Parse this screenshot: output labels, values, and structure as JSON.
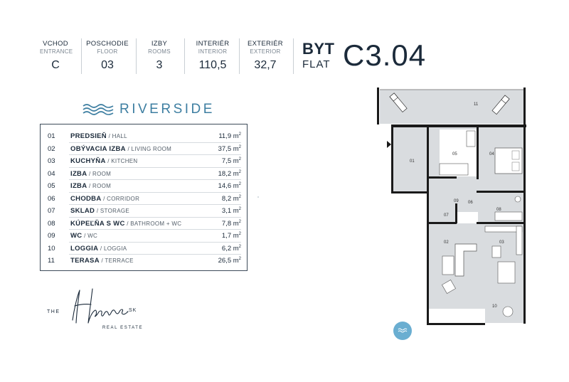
{
  "header": {
    "stats": [
      {
        "label": "VCHOD",
        "label_en": "ENTRANCE",
        "value": "C"
      },
      {
        "label": "POSCHODIE",
        "label_en": "FLOOR",
        "value": "03"
      },
      {
        "label": "IZBY",
        "label_en": "ROOMS",
        "value": "3"
      },
      {
        "label": "INTERIÉR",
        "label_en": "INTERIOR",
        "value": "110,5"
      },
      {
        "label": "EXTERIÉR",
        "label_en": "EXTERIOR",
        "value": "32,7"
      }
    ],
    "byt": "BYT",
    "flat": "FLAT",
    "code": "C3.04"
  },
  "brand": {
    "name": "RIVERSIDE",
    "accent": "#3d7ea1"
  },
  "rooms": [
    {
      "num": "01",
      "sk": "PREDSIEŇ",
      "en": "/ HALL",
      "area": "11,9 m",
      "unit": "2"
    },
    {
      "num": "02",
      "sk": "OBÝVACIA IZBA",
      "en": "/ LIVING ROOM",
      "area": "37,5 m",
      "unit": "2"
    },
    {
      "num": "03",
      "sk": "KUCHYŇA",
      "en": "/ KITCHEN",
      "area": "7,5 m",
      "unit": "2"
    },
    {
      "num": "04",
      "sk": "IZBA",
      "en": "/ ROOM",
      "area": "18,2 m",
      "unit": "2"
    },
    {
      "num": "05",
      "sk": "IZBA",
      "en": "/ ROOM",
      "area": "14,6 m",
      "unit": "2"
    },
    {
      "num": "06",
      "sk": "CHODBA",
      "en": "/ CORRIDOR",
      "area": "8,2 m",
      "unit": "2"
    },
    {
      "num": "07",
      "sk": "SKLAD",
      "en": "/ STORAGE",
      "area": "3,1 m",
      "unit": "2"
    },
    {
      "num": "08",
      "sk": "KÚPEĽŇA S WC",
      "en": "/ BATHROOM + WC",
      "area": "7,8 m",
      "unit": "2"
    },
    {
      "num": "09",
      "sk": "WC",
      "en": "/ WC",
      "area": "1,7 m",
      "unit": "2"
    },
    {
      "num": "10",
      "sk": "LOGGIA",
      "en": "/ LOGGIA",
      "area": "6,2 m",
      "unit": "2"
    },
    {
      "num": "11",
      "sk": "TERASA",
      "en": "/ TERRACE",
      "area": "26,5 m",
      "unit": "2"
    }
  ],
  "logo": {
    "the": "THE",
    "script": "Home",
    "sk": ".SK",
    "sub": "REAL ESTATE"
  },
  "plan_labels": {
    "r01": "01",
    "r02": "02",
    "r03": "03",
    "r04": "04",
    "r05": "05",
    "r06": "06",
    "r07": "07",
    "r08": "08",
    "r09": "09",
    "r10": "10",
    "r11": "11"
  },
  "colors": {
    "text": "#1b2a3a",
    "plan_fill": "#d9dcdf",
    "wall": "#1a1a1a",
    "compass": "#6aaed1"
  }
}
